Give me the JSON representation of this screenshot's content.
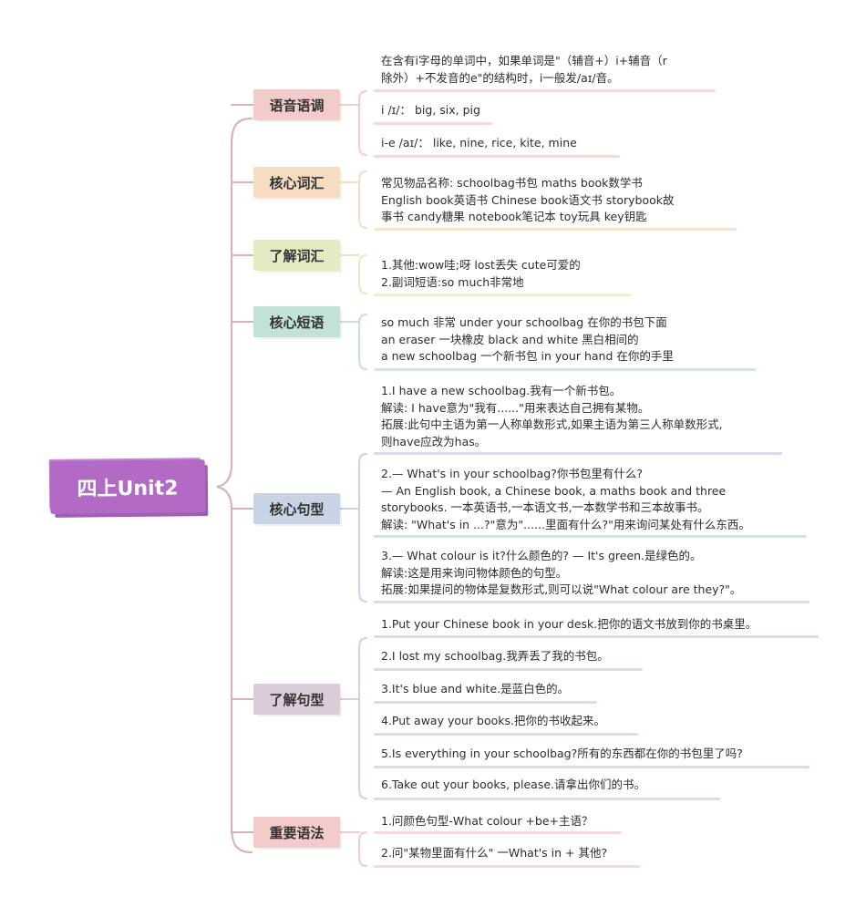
{
  "root": {
    "label": "四上Unit2"
  },
  "colors": {
    "root": "#b36ac4",
    "branch": "#d8b4b4",
    "phonetics": "#f2cbcb",
    "core_vocab": "#f6dcc0",
    "understand_vocab": "#e3ebc2",
    "core_phrases": "#c2e1d8",
    "core_sentences": "#c8d3e3",
    "understand_sentences": "#dccbd9",
    "grammar": "#f2cbcb"
  },
  "categories": [
    {
      "label": "语音语调",
      "items": [
        {
          "lines": [
            "在含有i字母的单词中，如果单词是\"（辅音+）i+辅音（r",
            "除外）+不发音的e\"的结构时，i一般发/aɪ/音。"
          ]
        },
        {
          "lines": [
            "i /ɪ/： big, six, pig"
          ]
        },
        {
          "lines": [
            "i-e /aɪ/： like, nine, rice, kite, mine"
          ]
        }
      ]
    },
    {
      "label": "核心词汇",
      "items": [
        {
          "lines": [
            "常见物品名称:      schoolbag书包    maths book数学书",
            "English book英语书      Chinese book语文书    storybook故",
            "事书    candy糖果    notebook笔记本      toy玩具    key钥匙"
          ]
        }
      ]
    },
    {
      "label": "了解词汇",
      "items": [
        {
          "lines": [
            "1.其他:wow哇;呀     lost丢失     cute可爱的",
            "2.副词短语:so much非常地"
          ]
        }
      ]
    },
    {
      "label": "核心短语",
      "items": [
        {
          "lines": [
            "so much 非常    under your schoolbag 在你的书包下面",
            "an eraser 一块橡皮       black and white  黑白相间的",
            " a new schoolbag 一个新书包     in your hand 在你的手里"
          ]
        }
      ]
    },
    {
      "label": "核心句型",
      "items": [
        {
          "lines": [
            "1.I have a new schoolbag.我有一个新书包。",
            "解读: I have意为\"我有......\"用来表达自己拥有某物。",
            "拓展:此句中主语为第一人称单数形式,如果主语为第三人称单数形式,",
            "则have应改为has。"
          ]
        },
        {
          "lines": [
            "2.— What's in your schoolbag?你书包里有什么?",
            " — An English book, a Chinese book, a maths book and three",
            "storybooks. 一本英语书,一本语文书,一本数学书和三本故事书。",
            "解读: \"What's in ...?\"意为\"......里面有什么?\"用来询问某处有什么东西。"
          ]
        },
        {
          "lines": [
            "3.— What colour is it?什么颜色的? — It's green.是绿色的。",
            "解读:这是用来询问物体颜色的句型。",
            "拓展:如果提问的物体是复数形式,则可以说\"What colour are they?\"。"
          ]
        }
      ]
    },
    {
      "label": "了解句型",
      "items": [
        {
          "lines": [
            "1.Put your Chinese book in your desk.把你的语文书放到你的书桌里。"
          ]
        },
        {
          "lines": [
            "2.I lost my schoolbag.我弄丢了我的书包。"
          ]
        },
        {
          "lines": [
            "3.It's blue and white.是蓝白色的。"
          ]
        },
        {
          "lines": [
            "4.Put away your books.把你的书收起来。"
          ]
        },
        {
          "lines": [
            "5.Is everything in your schoolbag?所有的东西都在你的书包里了吗?"
          ]
        },
        {
          "lines": [
            "6.Take out your books, please.请拿出你们的书。"
          ]
        }
      ]
    },
    {
      "label": "重要语法",
      "items": [
        {
          "lines": [
            "1.问颜色句型-What colour +be+主语？"
          ]
        },
        {
          "lines": [
            "2.问\"某物里面有什么\" 一What's in + 其他?"
          ]
        }
      ]
    }
  ]
}
